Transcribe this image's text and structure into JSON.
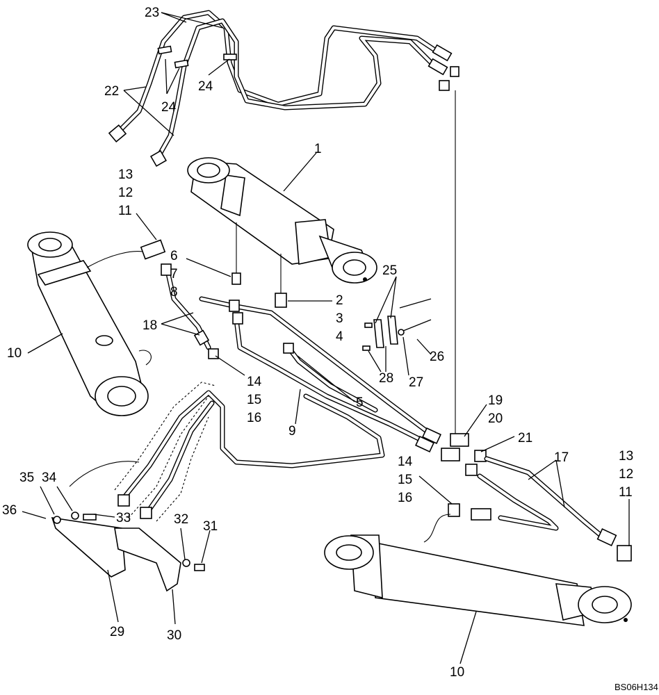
{
  "callouts": [
    {
      "id": "c23",
      "text": "23"
    },
    {
      "id": "c24a",
      "text": "24"
    },
    {
      "id": "c24b",
      "text": "24"
    },
    {
      "id": "c22",
      "text": "22"
    },
    {
      "id": "c1",
      "text": "1"
    },
    {
      "id": "c13a",
      "text": "13"
    },
    {
      "id": "c12a",
      "text": "12"
    },
    {
      "id": "c11a",
      "text": "11"
    },
    {
      "id": "c6",
      "text": "6"
    },
    {
      "id": "c7",
      "text": "7"
    },
    {
      "id": "c8",
      "text": "8"
    },
    {
      "id": "c2",
      "text": "2"
    },
    {
      "id": "c3",
      "text": "3"
    },
    {
      "id": "c4",
      "text": "4"
    },
    {
      "id": "c25",
      "text": "25"
    },
    {
      "id": "c26",
      "text": "26"
    },
    {
      "id": "c27",
      "text": "27"
    },
    {
      "id": "c28",
      "text": "28"
    },
    {
      "id": "c18",
      "text": "18"
    },
    {
      "id": "c10a",
      "text": "10"
    },
    {
      "id": "c14a",
      "text": "14"
    },
    {
      "id": "c15a",
      "text": "15"
    },
    {
      "id": "c16a",
      "text": "16"
    },
    {
      "id": "c5",
      "text": "5"
    },
    {
      "id": "c9",
      "text": "9"
    },
    {
      "id": "c19",
      "text": "19"
    },
    {
      "id": "c20",
      "text": "20"
    },
    {
      "id": "c21",
      "text": "21"
    },
    {
      "id": "c17",
      "text": "17"
    },
    {
      "id": "c13b",
      "text": "13"
    },
    {
      "id": "c12b",
      "text": "12"
    },
    {
      "id": "c11b",
      "text": "11"
    },
    {
      "id": "c14b",
      "text": "14"
    },
    {
      "id": "c15b",
      "text": "15"
    },
    {
      "id": "c16b",
      "text": "16"
    },
    {
      "id": "c35",
      "text": "35"
    },
    {
      "id": "c34",
      "text": "34"
    },
    {
      "id": "c36",
      "text": "36"
    },
    {
      "id": "c33",
      "text": "33"
    },
    {
      "id": "c32",
      "text": "32"
    },
    {
      "id": "c31",
      "text": "31"
    },
    {
      "id": "c29",
      "text": "29"
    },
    {
      "id": "c30",
      "text": "30"
    },
    {
      "id": "c10b",
      "text": "10"
    }
  ],
  "reference_code": "BS06H134"
}
